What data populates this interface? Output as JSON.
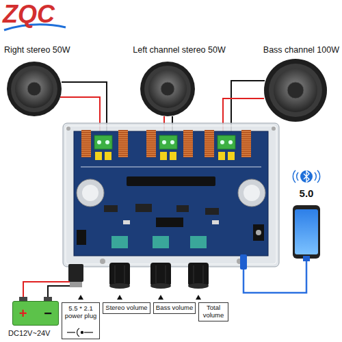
{
  "diagram": {
    "nodes": [
      {
        "text": [
          "+",
          "−"
        ]
      },
      {
        "text": [
          "5.5 * 2.1 power plug"
        ]
      },
      {
        "text": [
          "Stereo volume"
        ]
      },
      {
        "text": [
          "Bass volume"
        ]
      },
      {
        "text": [
          "Total volume"
        ]
      }
    ],
    "labels": [
      "ZQC",
      "Right stereo 50W",
      "Left channel stereo 50W",
      "Bass channel 100W",
      "5.0",
      "DC12V~24V"
    ]
  }
}
